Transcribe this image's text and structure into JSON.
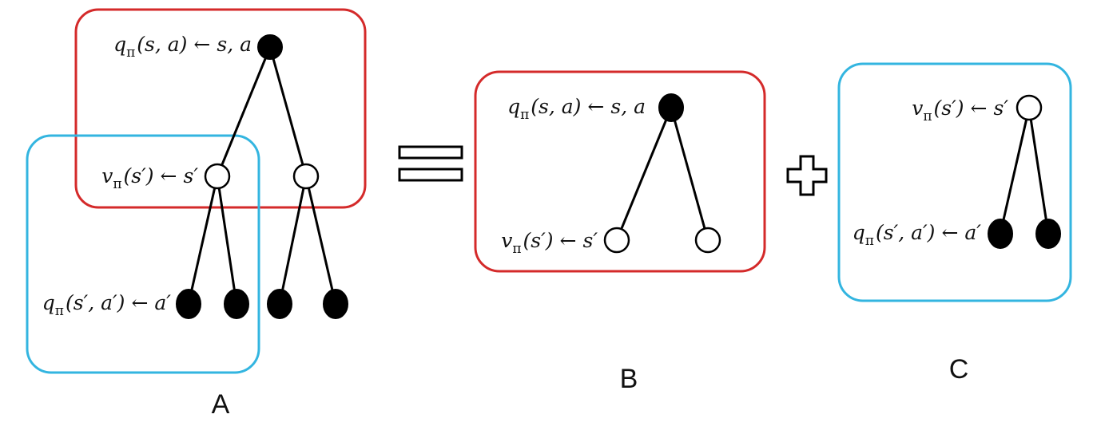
{
  "labels": {
    "q_sa": {
      "head": "q",
      "sub": "π",
      "args": "(s, a)",
      "arrow": "←",
      "rhs": "s, a"
    },
    "v_s": {
      "head": "v",
      "sub": "π",
      "args": "(s′)",
      "arrow": "←",
      "rhs": "s′"
    },
    "q_sa_prime": {
      "head": "q",
      "sub": "π",
      "args": "(s′, a′)",
      "arrow": "←",
      "rhs": "a′"
    }
  },
  "panels": {
    "a": "A",
    "b": "B",
    "c": "C"
  },
  "colors": {
    "red_box": "#d42a2a",
    "blue_box": "#33b5e0"
  },
  "icons": {
    "equals": "equals-icon",
    "plus": "plus-icon"
  }
}
